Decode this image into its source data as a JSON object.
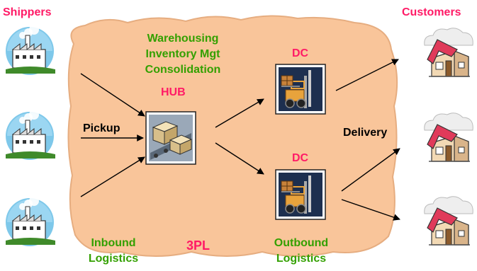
{
  "colors": {
    "region_fill": "#f9c59a",
    "region_stroke": "#e0a577",
    "pink_text": "#ff1a66",
    "green_text": "#33a000",
    "arrow": "#000000"
  },
  "labels": {
    "shippers": "Shippers",
    "customers": "Customers",
    "services": [
      "Warehousing",
      "Inventory Mgt",
      "Consolidation"
    ],
    "hub": "HUB",
    "dc_top": "DC",
    "dc_bottom": "DC",
    "pickup": "Pickup",
    "delivery": "Delivery",
    "inbound": [
      "Inbound",
      "Logistics"
    ],
    "third_party": "3PL",
    "outbound": [
      "Outbound",
      "Logistics"
    ]
  },
  "icons": {
    "shipper": "factory-icon",
    "hub": "conveyor-boxes-icon",
    "dc": "forklift-icon",
    "customer": "store-building-icon"
  }
}
